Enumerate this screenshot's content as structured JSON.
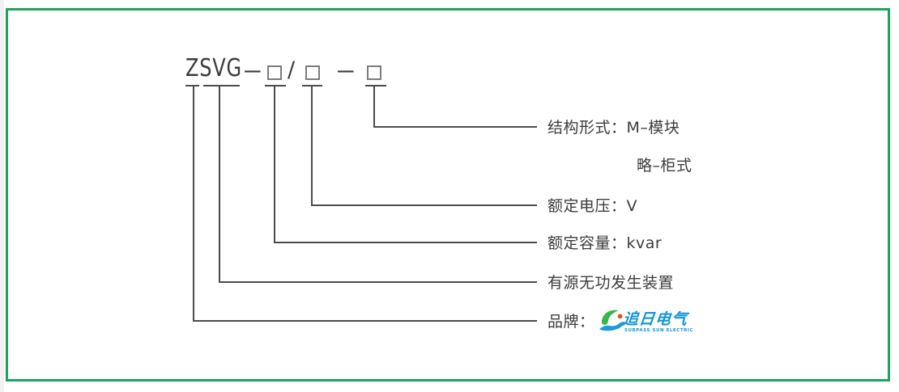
{
  "page": {
    "background": "#ffffff",
    "frame_border_color": "#1da45c",
    "diagram_line_color": "#4b4c4e",
    "text_color": "#3b3c3e"
  },
  "model_code": {
    "prefix": "ZSVG",
    "dash1": "—",
    "slash": "/",
    "dash2": "—",
    "placeholder_box_count": 3
  },
  "annotations": {
    "structure_form": "结构形式：M–模块",
    "structure_form_alt": "略–柜式",
    "rated_voltage": "额定电压：V",
    "rated_capacity": "额定容量：kvar",
    "device_name": "有源无功发生装置",
    "brand": "品牌："
  },
  "brand_logo": {
    "name_cn": "追日电气",
    "name_en": "SURPASS SUN ELECTRIC",
    "icon": "sun-swirl-icon",
    "color_green": "#3ab54a",
    "color_blue": "#1b9cd8",
    "color_red": "#e84b10",
    "color_text_blue": "#1095d5"
  }
}
